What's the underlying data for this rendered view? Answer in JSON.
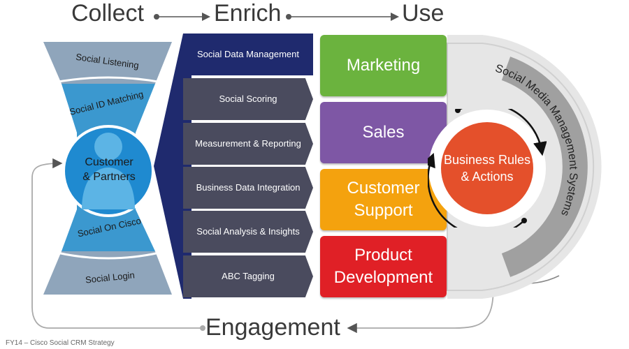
{
  "headers": {
    "collect": "Collect",
    "enrich": "Enrich",
    "use": "Use",
    "engagement": "Engagement"
  },
  "collect": {
    "bands": [
      "Social Listening",
      "Social ID Matching",
      "Social On Cisco",
      "Social Login"
    ],
    "center": [
      "Customer",
      "& Partners"
    ]
  },
  "enrich": {
    "items": [
      "Social Data Management",
      "Social Scoring",
      "Measurement & Reporting",
      "Business Data Integration",
      "Social Analysis & Insights",
      "ABC Tagging"
    ]
  },
  "use": {
    "marketing": "Marketing",
    "sales": "Sales",
    "support": [
      "Customer",
      "Support"
    ],
    "product": [
      "Product",
      "Development"
    ]
  },
  "circle": {
    "line1": "Business Rules",
    "line2": "& Actions"
  },
  "ring_label": "Social Media Management Systems",
  "footer": "FY14 – Cisco Social CRM Strategy",
  "colors": {
    "marketing": "#6bb33e",
    "sales": "#7e57a5",
    "support": "#f4a20e",
    "product": "#e02026",
    "circle": "#e4502b",
    "enrich_top": "#1f2a6e",
    "enrich_rest": "#4a4b5e",
    "collect_outer": "#8fa5bb",
    "collect_inner": "#3b98cf",
    "customer": "#1f8ad0"
  }
}
